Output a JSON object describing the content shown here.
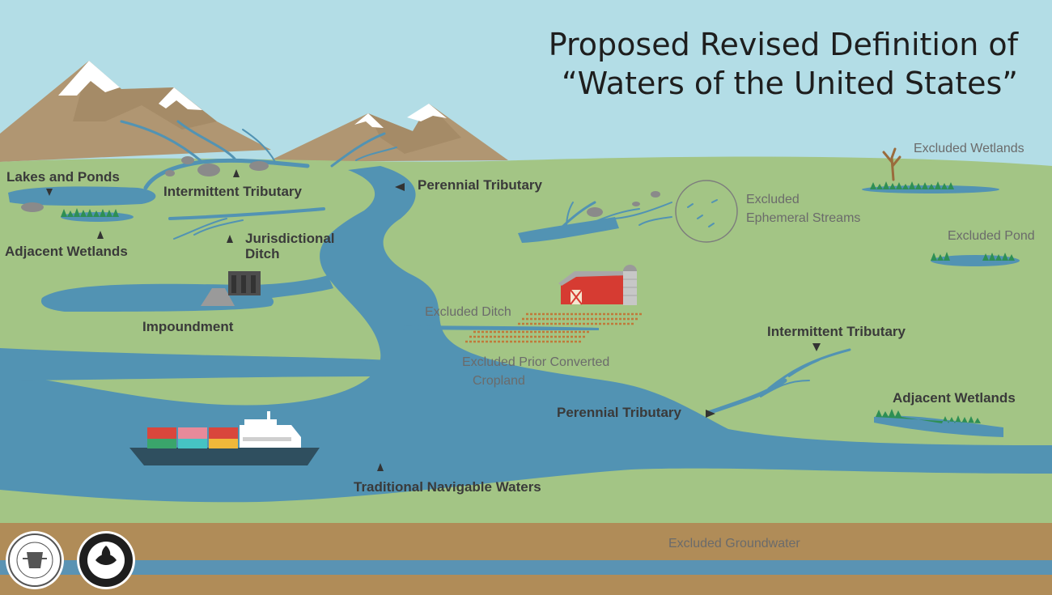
{
  "title": {
    "line1": "Proposed Revised Definition of",
    "line2": "“Waters of the United States”"
  },
  "labels": {
    "lakes_ponds": "Lakes and Ponds",
    "intermittent_tributary_left": "Intermittent Tributary",
    "perennial_tributary_top": "Perennial Tributary",
    "adjacent_wetlands_left": "Adjacent Wetlands",
    "jurisdictional_ditch_1": "Jurisdictional",
    "jurisdictional_ditch_2": "Ditch",
    "impoundment": "Impoundment",
    "excluded_ditch": "Excluded Ditch",
    "excluded_cropland_1": "Excluded Prior Converted",
    "excluded_cropland_2": "Cropland",
    "excluded_ephemeral_1": "Excluded",
    "excluded_ephemeral_2": "Ephemeral Streams",
    "excluded_wetlands": "Excluded Wetlands",
    "excluded_pond": "Excluded Pond",
    "intermittent_tributary_right": "Intermittent Tributary",
    "perennial_tributary_bottom": "Perennial Tributary",
    "adjacent_wetlands_right": "Adjacent Wetlands",
    "traditional_navigable": "Traditional Navigable Waters",
    "excluded_groundwater": "Excluded Groundwater"
  },
  "seals": {
    "army": "army-corps-of-engineers-seal",
    "epa": "epa-seal"
  },
  "colors": {
    "sky": "#b3dde6",
    "land": "#a3c585",
    "water": "#5293b3",
    "mountain": "#b09672",
    "snow": "#ffffff",
    "soil": "#b08c58",
    "groundwater": "#5a93b3"
  }
}
